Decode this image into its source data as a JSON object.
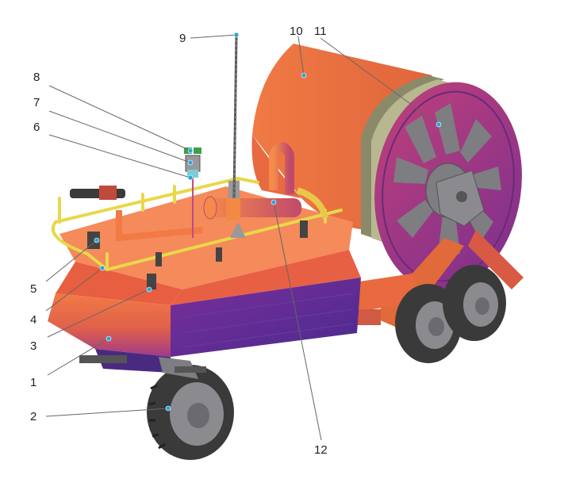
{
  "colors": {
    "orange": "#f27a45",
    "orange_dark": "#d9623a",
    "magenta": "#a03a8a",
    "purple": "#5a2a9a",
    "gray": "#7d7d82",
    "tire": "#3a3a3a",
    "rail": "#e8d84a",
    "callout_dot": "#2aa5dc"
  },
  "callouts": [
    {
      "id": "1",
      "label": "1"
    },
    {
      "id": "2",
      "label": "2"
    },
    {
      "id": "3",
      "label": "3"
    },
    {
      "id": "4",
      "label": "4"
    },
    {
      "id": "5",
      "label": "5"
    },
    {
      "id": "6",
      "label": "6"
    },
    {
      "id": "7",
      "label": "7"
    },
    {
      "id": "8",
      "label": "8"
    },
    {
      "id": "9",
      "label": "9"
    },
    {
      "id": "10",
      "label": "10"
    },
    {
      "id": "11",
      "label": "11"
    },
    {
      "id": "12",
      "label": "12"
    }
  ]
}
